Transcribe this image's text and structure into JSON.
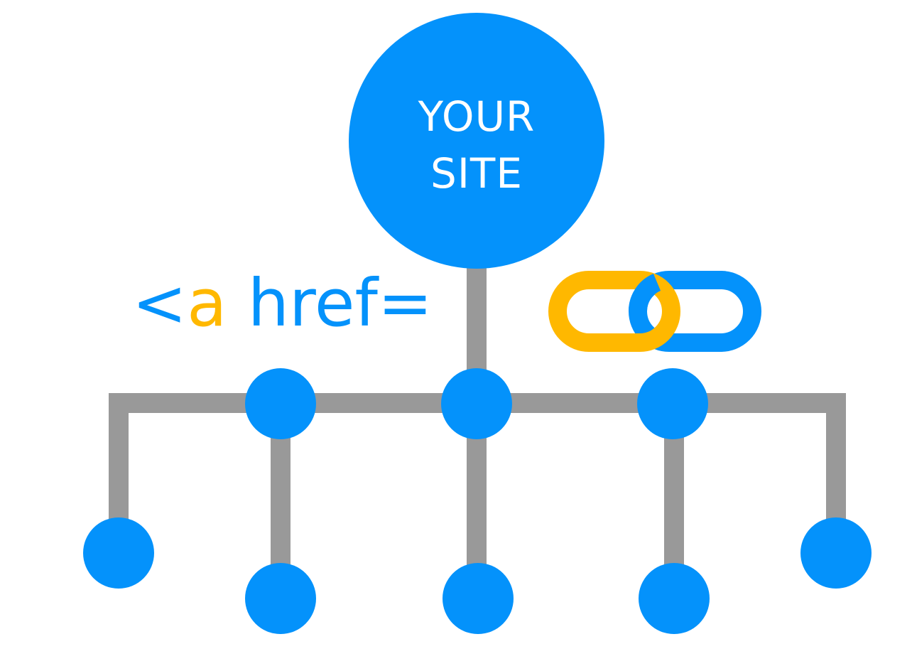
{
  "hub": {
    "line1": "YOUR",
    "line2": "SITE"
  },
  "code_snippet": {
    "bracket": "<",
    "tag": "a",
    "rest": " href="
  },
  "icons": {
    "link": "chain-link-icon"
  },
  "colors": {
    "node": "#0492fb",
    "connector": "#999999",
    "accent": "#ffb800",
    "label": "#ffffff"
  }
}
